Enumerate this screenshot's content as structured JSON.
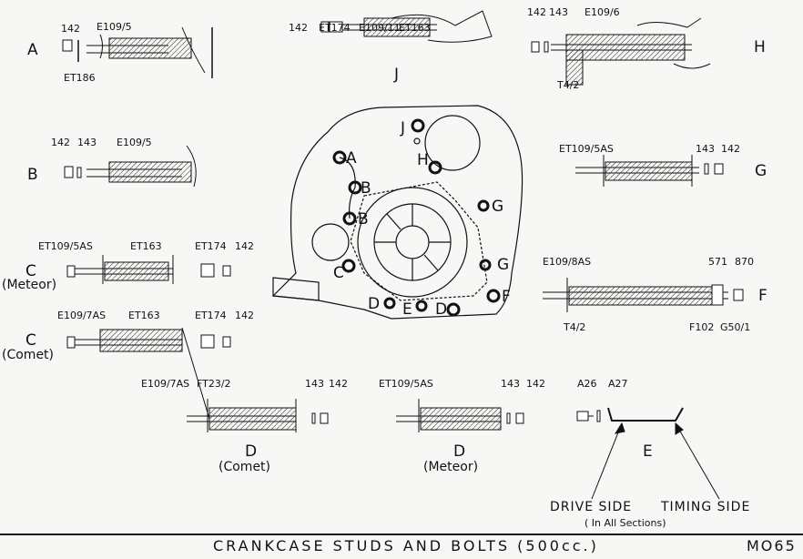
{
  "sections": {
    "A": {
      "letter": "A",
      "parts": [
        "142",
        "E109/5",
        "ET186"
      ]
    },
    "B": {
      "letter": "B",
      "parts": [
        "142",
        "143",
        "E109/5"
      ]
    },
    "C_meteor": {
      "letter": "C",
      "variant": "(Meteor)",
      "parts": [
        "ET109/5AS",
        "ET163",
        "ET174",
        "142"
      ]
    },
    "C_comet": {
      "letter": "C",
      "variant": "(Comet)",
      "parts": [
        "E109/7AS",
        "ET163",
        "ET174",
        "142"
      ]
    },
    "J": {
      "letter": "J",
      "parts": [
        "142",
        "ET174",
        "E109/11",
        "ET163"
      ]
    },
    "H": {
      "letter": "H",
      "parts": [
        "142",
        "143",
        "E109/6",
        "T4/2"
      ]
    },
    "G": {
      "letter": "G",
      "parts": [
        "ET109/5AS",
        "143",
        "142"
      ]
    },
    "F": {
      "letter": "F",
      "parts": [
        "E109/8AS",
        "571",
        "870",
        "T4/2",
        "F102",
        "G50/1"
      ]
    },
    "D_comet": {
      "letter": "D",
      "variant": "(Comet)",
      "parts": [
        "E109/7AS",
        "FT23/2",
        "143",
        "142"
      ]
    },
    "D_meteor": {
      "letter": "D",
      "variant": "(Meteor)",
      "parts": [
        "ET109/5AS",
        "143",
        "142"
      ]
    },
    "E": {
      "letter": "E",
      "parts": [
        "A26",
        "A27"
      ]
    }
  },
  "case_labels": [
    "J",
    "A",
    "H",
    "B",
    "B",
    "G",
    "G",
    "C",
    "F",
    "D",
    "E",
    "D"
  ],
  "sides": {
    "drive": "DRIVE SIDE",
    "timing": "TIMING SIDE",
    "note": "( In All Sections)"
  },
  "footer": {
    "title": "CRANKCASE STUDS AND BOLTS (500cc.)",
    "code": "MO65"
  }
}
